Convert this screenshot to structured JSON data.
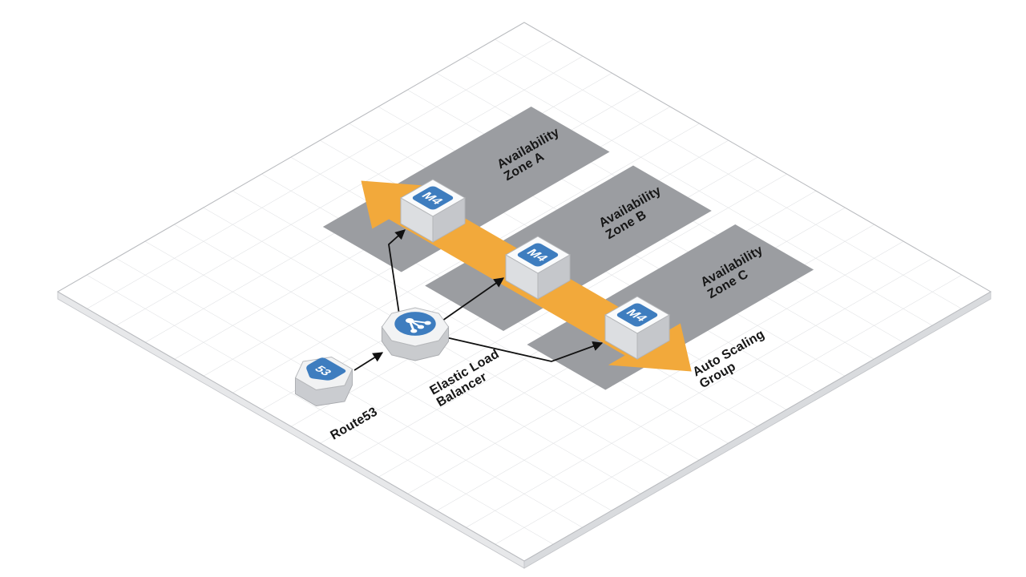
{
  "diagram": {
    "zones": [
      {
        "line1": "Availability",
        "line2": "Zone A"
      },
      {
        "line1": "Availability",
        "line2": "Zone B"
      },
      {
        "line1": "Availability",
        "line2": "Zone C"
      }
    ],
    "nodes": {
      "route53": {
        "label": "Route53",
        "badge": "53"
      },
      "elb": {
        "line1": "Elastic Load",
        "line2": "Balancer"
      },
      "asg": {
        "line1": "Auto Scaling",
        "line2": "Group"
      },
      "instances": [
        {
          "label": "M4"
        },
        {
          "label": "M4"
        },
        {
          "label": "M4"
        }
      ]
    },
    "colors": {
      "zone_band": "#9b9da1",
      "scaling_arrow": "#F2A93B",
      "aws_blue": "#3E7DBF",
      "grid_line": "#d9dbde",
      "connector": "#111111",
      "plane_fill": "#ffffff"
    }
  }
}
